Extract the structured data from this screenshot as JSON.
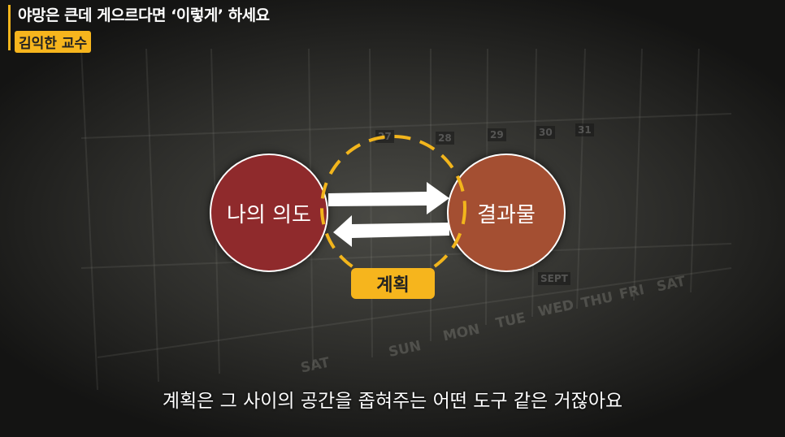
{
  "header": {
    "title": "야망은 큰데 게으르다면 ‘이렇게’ 하세요",
    "speaker": "김익한 교수"
  },
  "background": {
    "days": [
      "SAT",
      "SUN",
      "MON",
      "TUE",
      "WED",
      "THU",
      "FRI",
      "SAT"
    ],
    "month": "SEPT",
    "dates": [
      "27",
      "28",
      "29",
      "30",
      "31"
    ]
  },
  "diagram": {
    "left": "나의 의도",
    "right": "결과물",
    "center": "계획",
    "colors": {
      "left": "#8f2a2c",
      "right": "#a44f32",
      "accent": "#f6b51d"
    }
  },
  "subtitle": "계획은 그 사이의 공간을 좁혀주는 어떤 도구 같은 거잖아요"
}
